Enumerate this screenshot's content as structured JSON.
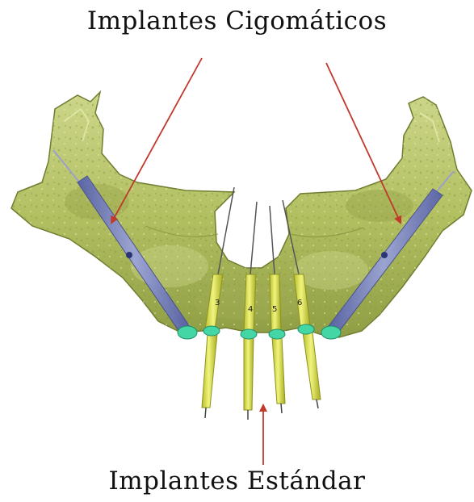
{
  "labels": {
    "zygomatic": "Implantes  Cigomáticos",
    "standard": "Implantes  Estándar"
  },
  "implant_numbers": [
    "3",
    "4",
    "5",
    "6"
  ],
  "colors": {
    "bone": "#b8c46a",
    "bone_shadow": "#7f8e3a",
    "bone_highlight": "#dfe6a0",
    "zygomatic_implant": "#6f79c9",
    "standard_implant": "#e3e85a",
    "abutment": "#44d7a5",
    "arrow": "#c0392b",
    "text": "#111111"
  }
}
